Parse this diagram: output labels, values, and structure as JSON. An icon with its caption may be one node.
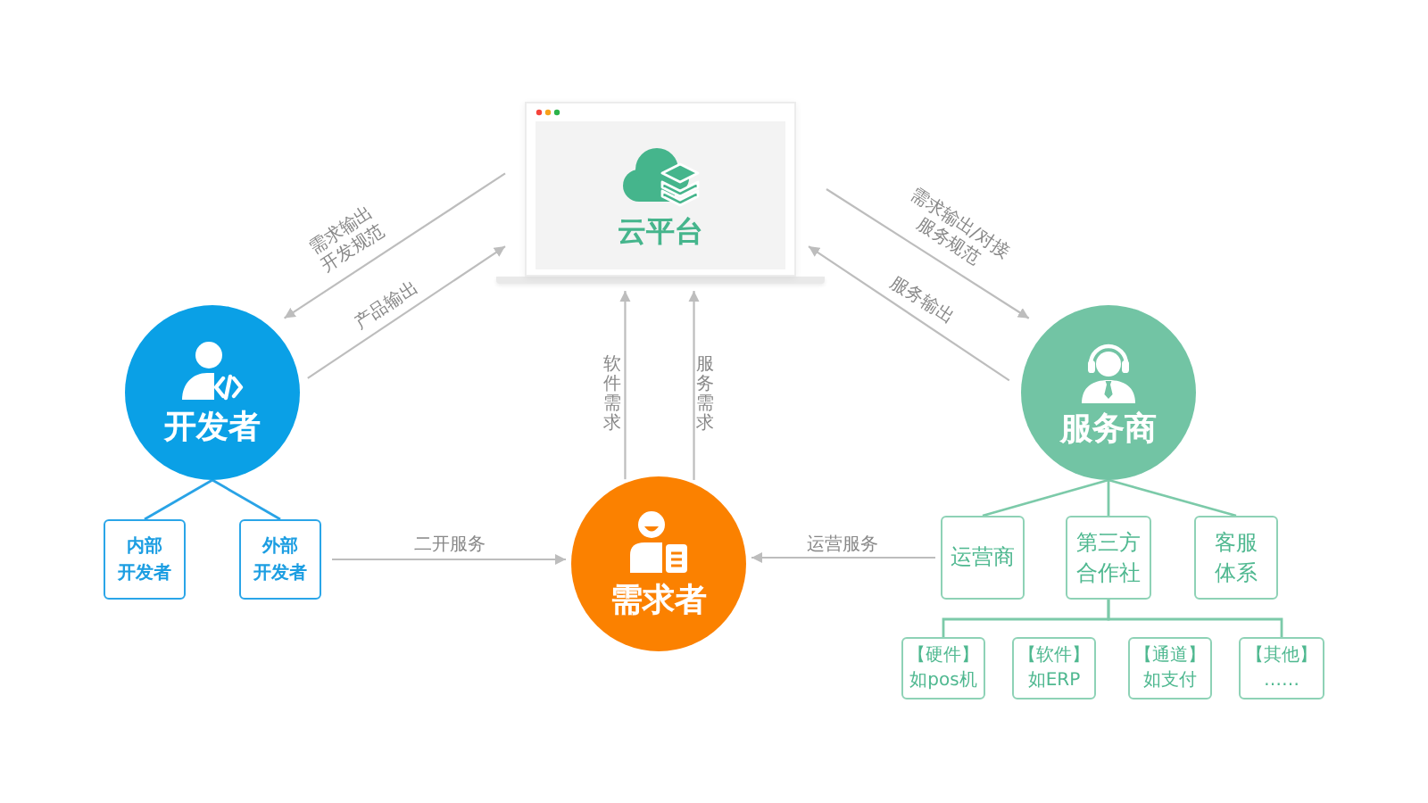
{
  "diagram": {
    "nodes": [
      {
        "text": [
          "云平台"
        ]
      },
      {
        "text": [
          "开发者"
        ]
      },
      {
        "text": [
          "服务商"
        ]
      },
      {
        "text": [
          "需求者"
        ]
      },
      {
        "text": [
          "内部",
          "开发者"
        ]
      },
      {
        "text": [
          "外部",
          "开发者"
        ]
      },
      {
        "text": [
          "运营商"
        ]
      },
      {
        "text": [
          "第三方合作社"
        ]
      },
      {
        "text": [
          "客服体系"
        ]
      },
      {
        "text": [
          "【硬件】",
          "如pos机"
        ]
      },
      {
        "text": [
          "【软件】",
          "如ERP"
        ]
      },
      {
        "text": [
          "【通道】",
          "如支付"
        ]
      },
      {
        "text": [
          "【其他】",
          "……"
        ]
      }
    ],
    "edges": [
      {
        "from": 0,
        "to": 1,
        "arrow": "to",
        "label": "需求输出开发规范"
      },
      {
        "from": 1,
        "to": 0,
        "arrow": "to",
        "label": "产品输出"
      },
      {
        "from": 0,
        "to": 2,
        "arrow": "to",
        "label": "需求输出/对接服务规范"
      },
      {
        "from": 2,
        "to": 0,
        "arrow": "to",
        "label": "服务输出"
      },
      {
        "from": 3,
        "to": 0,
        "arrow": "to",
        "label": "软件需求"
      },
      {
        "from": 3,
        "to": 0,
        "arrow": "to",
        "label": "服务需求"
      },
      {
        "from": 1,
        "to": 4,
        "arrow": "none",
        "color": "#29a3e6"
      },
      {
        "from": 1,
        "to": 5,
        "arrow": "none",
        "color": "#29a3e6"
      },
      {
        "from": 5,
        "to": 3,
        "arrow": "to",
        "label": "二开服务"
      },
      {
        "from": 2,
        "to": 6,
        "arrow": "none",
        "color": "#7ccaa9"
      },
      {
        "from": 2,
        "to": 7,
        "arrow": "none",
        "color": "#7ccaa9"
      },
      {
        "from": 2,
        "to": 8,
        "arrow": "none",
        "color": "#7ccaa9"
      },
      {
        "from": 6,
        "to": 3,
        "arrow": "to",
        "label": "运营服务"
      },
      {
        "from": 7,
        "to": 9,
        "arrow": "none",
        "color": "#7ccaa9"
      },
      {
        "from": 7,
        "to": 12,
        "arrow": "none",
        "color": "#7ccaa9"
      }
    ]
  }
}
